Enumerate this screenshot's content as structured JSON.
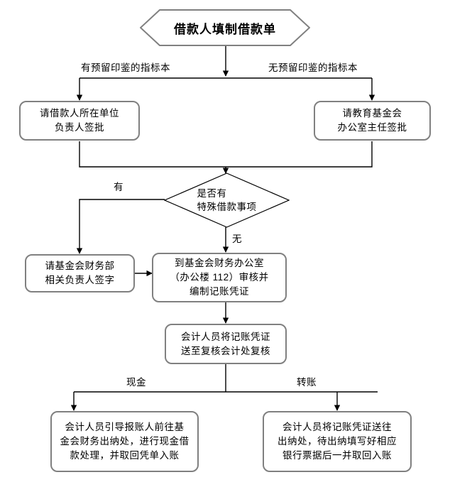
{
  "diagram": {
    "title_node": {
      "label": "借款人填制借款单",
      "shape": "hexagon"
    },
    "branch_labels": {
      "top_left": "有预留印鉴的指标本",
      "top_right": "无预留印鉴的指标本",
      "decision_yes": "有",
      "decision_no": "无",
      "payment_cash": "现金",
      "payment_transfer": "转账"
    },
    "nodes": {
      "approve_left": "请借款人所在单位\n负责人签批",
      "approve_right": "请教育基金会\n办公室主任签批",
      "decision": "是否有\n特殊借款事项",
      "special_sign": "请基金会财务部\n相关负责人签字",
      "finance_office": "到基金会财务办公室\n（办公楼 112）审核并\n编制记账凭证",
      "review": "会计人员将记账凭证\n送至复核会计处复核",
      "cash_flow": "会计人员引导报账人前往基\n金会财务出纳处，进行现金借\n款处理，并取回凭单入账",
      "transfer_flow": "会计人员将记账凭证送往\n出纳处，待出纳填写好相应\n银行票据后一并取回入账"
    },
    "colors": {
      "node_border": "#808080",
      "link_line": "#000000",
      "background": "#ffffff",
      "text": "#000000"
    }
  }
}
